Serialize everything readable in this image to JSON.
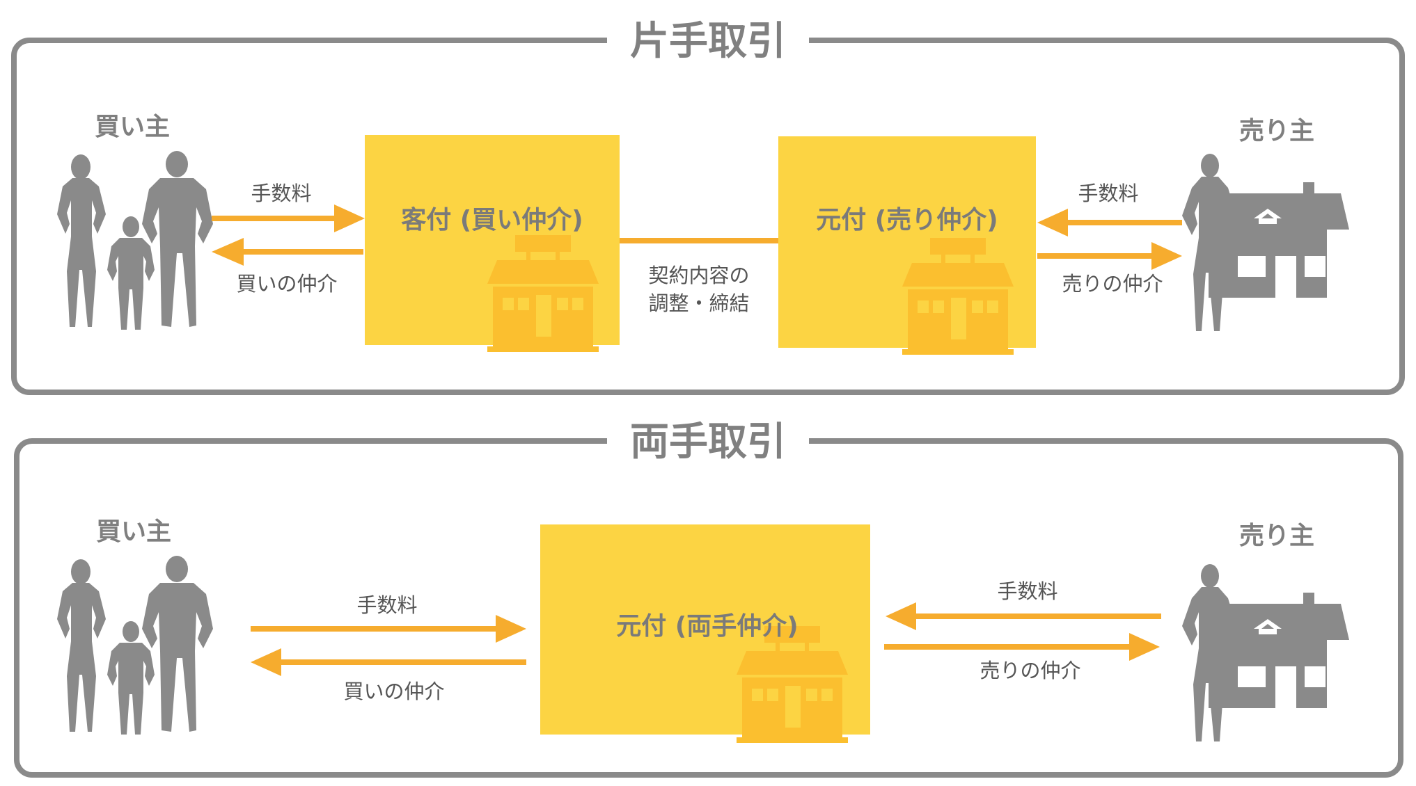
{
  "colors": {
    "frame": "#8a8a8a",
    "agent_box": "#fcd443",
    "shop_icon": "#fbbf2f",
    "arrow": "#f6ac2e",
    "silhouette": "#8a8a8a",
    "label": "#555555"
  },
  "one_sided": {
    "title": "片手取引",
    "buyer_label": "買い主",
    "seller_label": "売り主",
    "buyer_agent_label": "客付 (買い仲介)",
    "seller_agent_label": "元付 (売り仲介)",
    "buyer_fee_label": "手数料",
    "buyer_service_label": "買いの仲介",
    "contract_line1": "契約内容の",
    "contract_line2": "調整・締結",
    "seller_fee_label": "手数料",
    "seller_service_label": "売りの仲介"
  },
  "dual": {
    "title": "両手取引",
    "buyer_label": "買い主",
    "seller_label": "売り主",
    "agent_label": "元付 (両手仲介)",
    "buyer_fee_label": "手数料",
    "buyer_service_label": "買いの仲介",
    "seller_fee_label": "手数料",
    "seller_service_label": "売りの仲介"
  },
  "icons": {
    "family": "family-silhouette-icon",
    "woman": "woman-silhouette-icon",
    "house": "house-icon",
    "shop": "shop-icon"
  }
}
